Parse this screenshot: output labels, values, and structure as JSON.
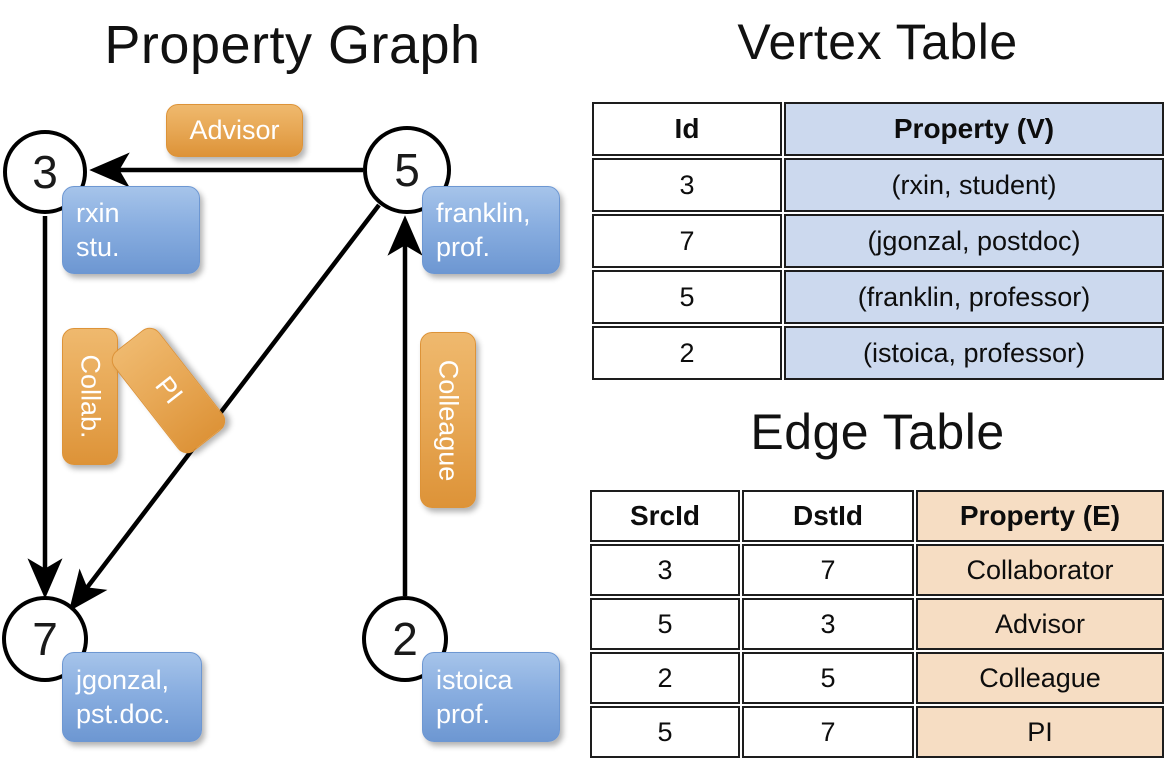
{
  "titles": {
    "property_graph": "Property Graph",
    "vertex_table": "Vertex Table",
    "edge_table": "Edge Table"
  },
  "graph": {
    "nodes": [
      {
        "id": "3",
        "property_label": "rxin\nstu."
      },
      {
        "id": "5",
        "property_label": "franklin,\nprof."
      },
      {
        "id": "7",
        "property_label": "jgonzal,\npst.doc."
      },
      {
        "id": "2",
        "property_label": "istoica\nprof."
      }
    ],
    "node_labels": {
      "n3_line1": "rxin",
      "n3_line2": "stu.",
      "n5_line1": "franklin,",
      "n5_line2": "prof.",
      "n7_line1": "jgonzal,",
      "n7_line2": "pst.doc.",
      "n2_line1": "istoica",
      "n2_line2": "prof."
    },
    "edge_labels": {
      "advisor": "Advisor",
      "collab": "Collab.",
      "pi": "PI",
      "colleague": "Colleague"
    },
    "edges": [
      {
        "src": "5",
        "dst": "3",
        "label": "Advisor"
      },
      {
        "src": "3",
        "dst": "7",
        "label": "Collab."
      },
      {
        "src": "5",
        "dst": "7",
        "label": "PI"
      },
      {
        "src": "2",
        "dst": "5",
        "label": "Colleague"
      }
    ]
  },
  "vertex_table": {
    "headers": [
      "Id",
      "Property (V)"
    ],
    "rows": [
      {
        "id": "3",
        "property": "(rxin, student)"
      },
      {
        "id": "7",
        "property": "(jgonzal, postdoc)"
      },
      {
        "id": "5",
        "property": "(franklin, professor)"
      },
      {
        "id": "2",
        "property": "(istoica, professor)"
      }
    ]
  },
  "edge_table": {
    "headers": [
      "SrcId",
      "DstId",
      "Property (E)"
    ],
    "rows": [
      {
        "src": "3",
        "dst": "7",
        "property": "Collaborator"
      },
      {
        "src": "5",
        "dst": "3",
        "property": "Advisor"
      },
      {
        "src": "2",
        "dst": "5",
        "property": "Colleague"
      },
      {
        "src": "5",
        "dst": "7",
        "property": "PI"
      }
    ]
  },
  "colors": {
    "vertex_property_fill": "#ccd9ee",
    "edge_property_fill": "#f6ddc3",
    "vertex_box": "#89aee0",
    "edge_box": "#e8a957",
    "stroke": "#000000"
  }
}
